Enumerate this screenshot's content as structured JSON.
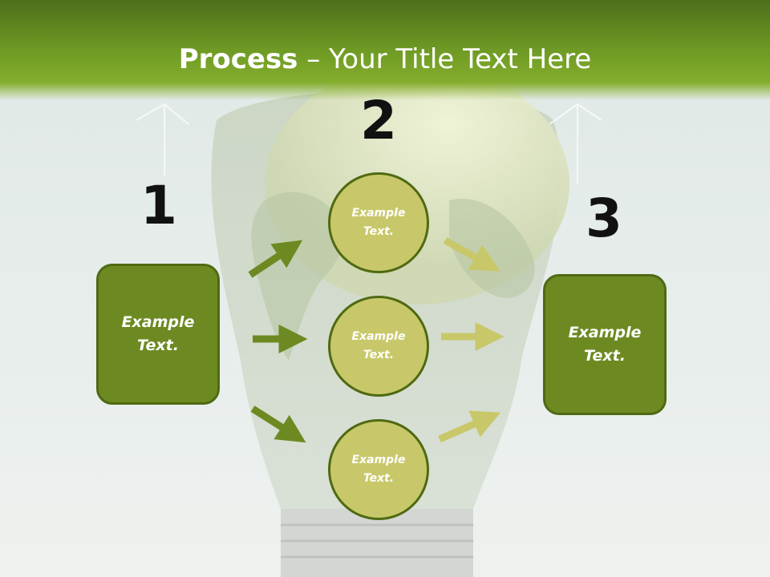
{
  "slide": {
    "title_bold": "Process",
    "title_rest": " – Your Title Text Here"
  },
  "steps": {
    "step1": "1",
    "step2": "2",
    "step3": "3"
  },
  "left_box": {
    "text": "Example\nText."
  },
  "right_box": {
    "text": "Example\nText."
  },
  "circles": [
    {
      "text": "Example\nText."
    },
    {
      "text": "Example\nText."
    },
    {
      "text": "Example\nText."
    }
  ],
  "colors": {
    "box_fill": "#6d8a22",
    "circle_fill": "#c8c86a",
    "arrow_dark": "#6d8a22",
    "arrow_light": "#c8c86a",
    "header": "#7aa428"
  }
}
